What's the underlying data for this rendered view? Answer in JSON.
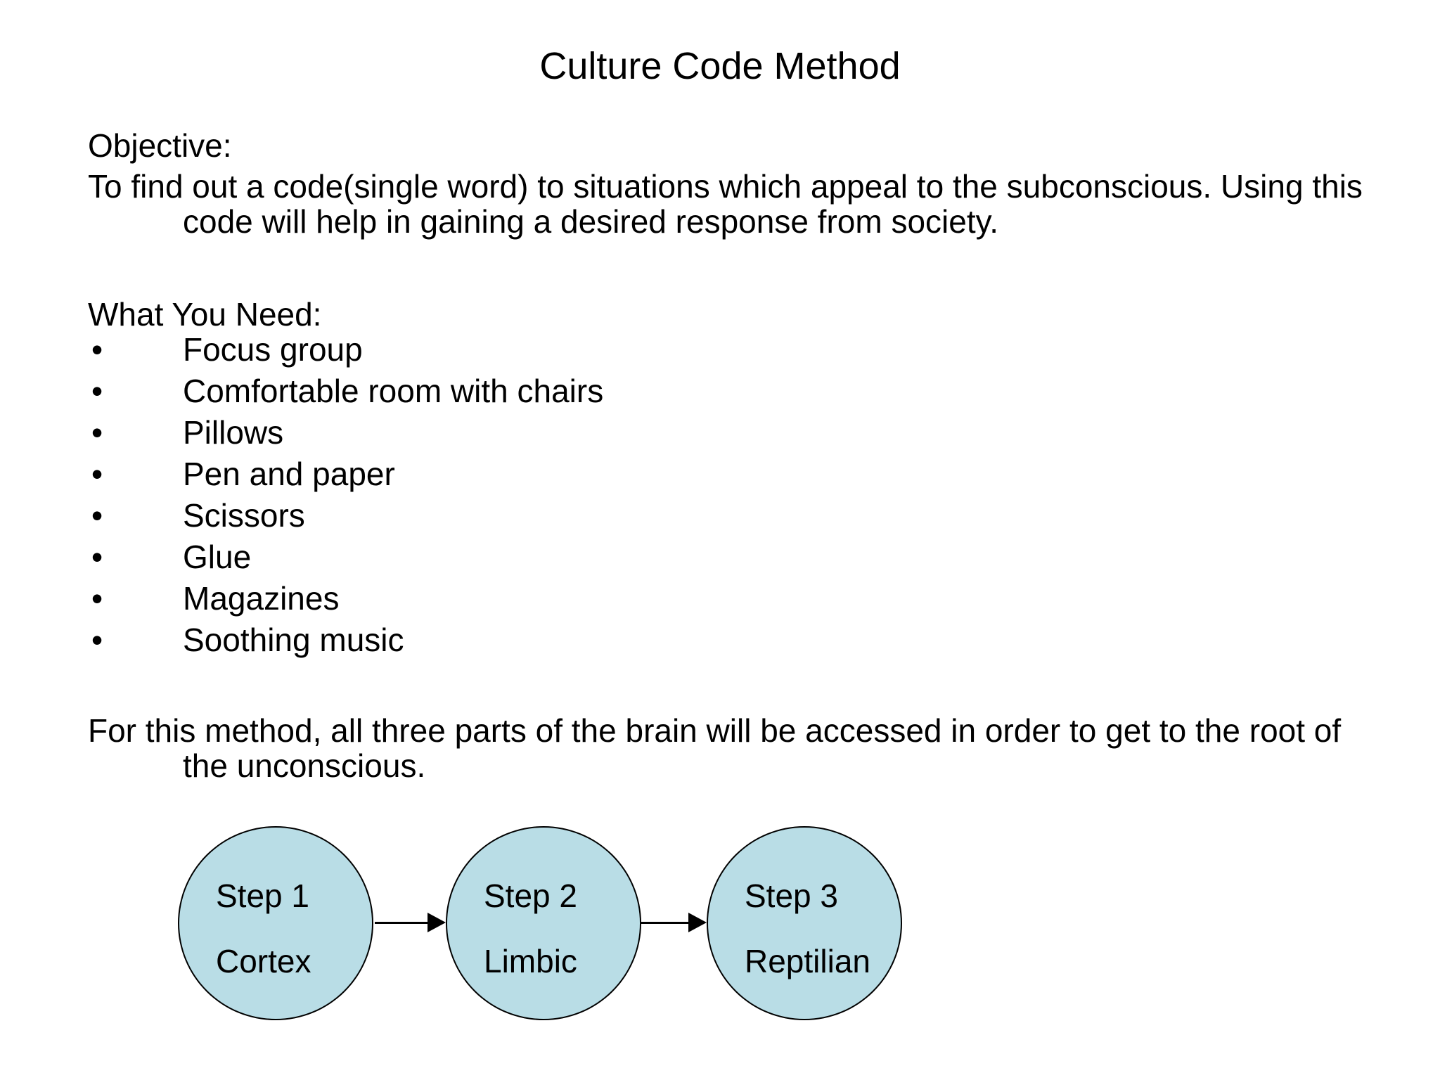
{
  "page": {
    "background_color": "#ffffff",
    "text_color": "#000000"
  },
  "title": "Culture Code Method",
  "objective": {
    "heading": "Objective:",
    "line1": "To find out a code(single word) to situations which appeal to the subconscious. Using this",
    "line2": "code will help in gaining a desired response from society."
  },
  "materials": {
    "heading": "What You Need:",
    "bullet_char": "•",
    "items": [
      "Focus group",
      "Comfortable room with chairs",
      "Pillows",
      "Pen and paper",
      "Scissors",
      "Glue",
      "Magazines",
      "Soothing music"
    ]
  },
  "method_note": {
    "line1": "For this method, all three parts of the brain will be accessed in order to get to the root of",
    "line2": "the unconscious."
  },
  "diagram": {
    "circle_fill": "#b9dde6",
    "circle_border": "#000000",
    "steps": [
      {
        "step_label": "Step 1",
        "brain_part": "Cortex"
      },
      {
        "step_label": "Step 2",
        "brain_part": "Limbic"
      },
      {
        "step_label": "Step 3",
        "brain_part": "Reptilian"
      }
    ]
  }
}
